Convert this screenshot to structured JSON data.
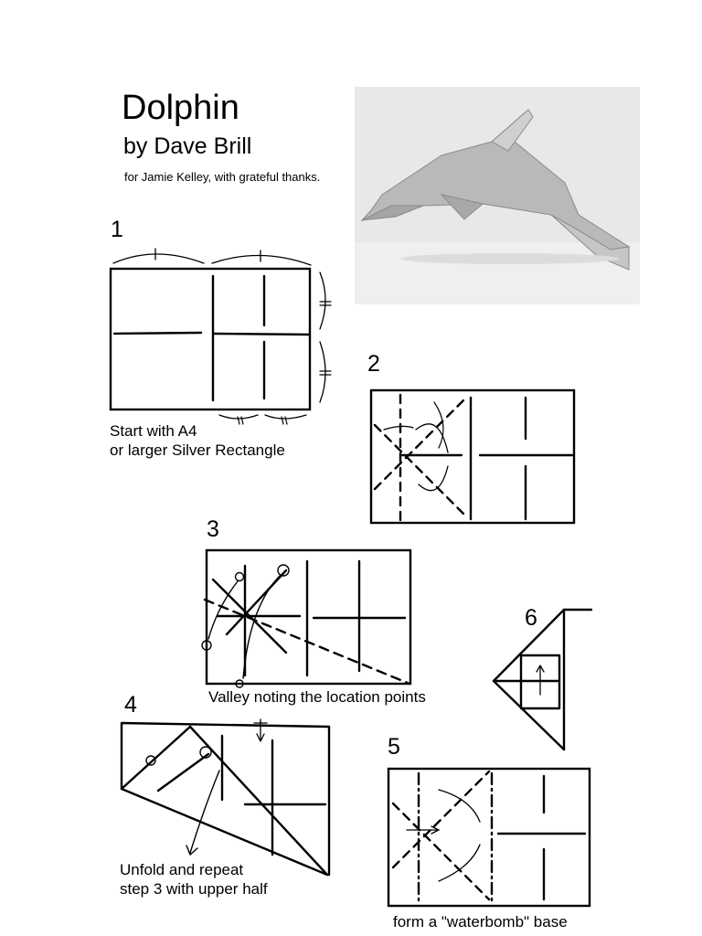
{
  "header": {
    "title": "Dolphin",
    "byline": "by Dave Brill",
    "dedication": "for Jamie Kelley, with grateful thanks."
  },
  "photo": {
    "subject": "folded paper dolphin",
    "background": "#e9e9e9"
  },
  "steps": [
    {
      "number": "1",
      "caption_lines": [
        "Start with A4",
        "or larger Silver Rectangle"
      ]
    },
    {
      "number": "2",
      "caption_lines": []
    },
    {
      "number": "3",
      "caption_lines": [
        "Valley noting the location points"
      ]
    },
    {
      "number": "4",
      "caption_lines": [
        "Unfold and repeat",
        "step 3 with upper half"
      ]
    },
    {
      "number": "5",
      "caption_lines": [
        "form a \"waterbomb\" base"
      ]
    },
    {
      "number": "6",
      "caption_lines": []
    }
  ]
}
